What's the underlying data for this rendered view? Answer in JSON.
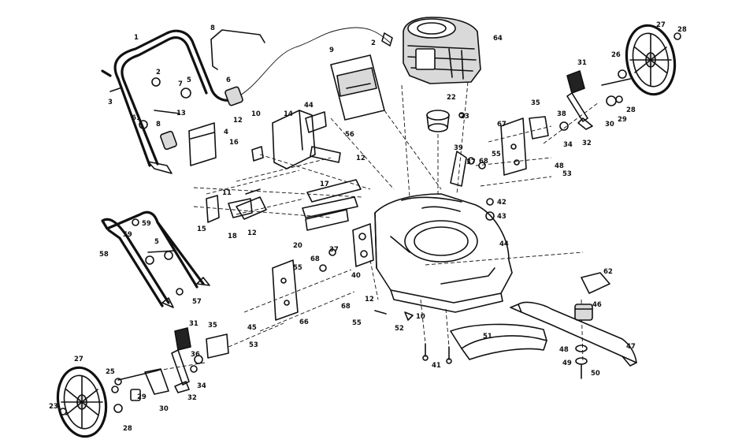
{
  "diagram": {
    "callouts": [
      {
        "id": "c1",
        "label": "1"
      },
      {
        "id": "c8",
        "label": "8"
      },
      {
        "id": "c2a",
        "label": "2"
      },
      {
        "id": "c64",
        "label": "64"
      },
      {
        "id": "c27a",
        "label": "27"
      },
      {
        "id": "c28a",
        "label": "28"
      },
      {
        "id": "c2b",
        "label": "2"
      },
      {
        "id": "c7",
        "label": "7"
      },
      {
        "id": "c5a",
        "label": "5"
      },
      {
        "id": "c6",
        "label": "6"
      },
      {
        "id": "c3",
        "label": "3"
      },
      {
        "id": "c9",
        "label": "9"
      },
      {
        "id": "c22",
        "label": "22"
      },
      {
        "id": "c23",
        "label": "23"
      },
      {
        "id": "c26a",
        "label": "26"
      },
      {
        "id": "c31a",
        "label": "31"
      },
      {
        "id": "c61",
        "label": "61"
      },
      {
        "id": "c13",
        "label": "13"
      },
      {
        "id": "c8b",
        "label": "8"
      },
      {
        "id": "c4",
        "label": "4"
      },
      {
        "id": "c12a",
        "label": "12"
      },
      {
        "id": "c10a",
        "label": "10"
      },
      {
        "id": "c14",
        "label": "14"
      },
      {
        "id": "c44a",
        "label": "44"
      },
      {
        "id": "c56",
        "label": "56"
      },
      {
        "id": "c35a",
        "label": "35"
      },
      {
        "id": "c67",
        "label": "67"
      },
      {
        "id": "c38",
        "label": "38"
      },
      {
        "id": "c34a",
        "label": "34"
      },
      {
        "id": "c32a",
        "label": "32"
      },
      {
        "id": "c30a",
        "label": "30"
      },
      {
        "id": "c29a",
        "label": "29"
      },
      {
        "id": "c28b",
        "label": "28"
      },
      {
        "id": "c16",
        "label": "16"
      },
      {
        "id": "c12b",
        "label": "12"
      },
      {
        "id": "c39",
        "label": "39"
      },
      {
        "id": "c55a",
        "label": "55"
      },
      {
        "id": "c37a",
        "label": "37"
      },
      {
        "id": "c68a",
        "label": "68"
      },
      {
        "id": "c48a",
        "label": "48"
      },
      {
        "id": "c53a",
        "label": "53"
      },
      {
        "id": "c17",
        "label": "17"
      },
      {
        "id": "c11",
        "label": "11"
      },
      {
        "id": "c42",
        "label": "42"
      },
      {
        "id": "c43",
        "label": "43"
      },
      {
        "id": "c15",
        "label": "15"
      },
      {
        "id": "c18",
        "label": "18"
      },
      {
        "id": "c12c",
        "label": "12"
      },
      {
        "id": "c59a",
        "label": "59"
      },
      {
        "id": "c59b",
        "label": "59"
      },
      {
        "id": "c20",
        "label": "20"
      },
      {
        "id": "c58",
        "label": "58"
      },
      {
        "id": "c5b",
        "label": "5"
      },
      {
        "id": "c44b",
        "label": "44"
      },
      {
        "id": "c62",
        "label": "62"
      },
      {
        "id": "c37b",
        "label": "37"
      },
      {
        "id": "c68b",
        "label": "68"
      },
      {
        "id": "c55b",
        "label": "55"
      },
      {
        "id": "c40",
        "label": "40"
      },
      {
        "id": "c57",
        "label": "57"
      },
      {
        "id": "c12d",
        "label": "12"
      },
      {
        "id": "c46",
        "label": "46"
      },
      {
        "id": "c68c",
        "label": "68"
      },
      {
        "id": "c66",
        "label": "66"
      },
      {
        "id": "c45",
        "label": "45"
      },
      {
        "id": "c55c",
        "label": "55"
      },
      {
        "id": "c52",
        "label": "52"
      },
      {
        "id": "c10b",
        "label": "10"
      },
      {
        "id": "c31b",
        "label": "31"
      },
      {
        "id": "c35b",
        "label": "35"
      },
      {
        "id": "c53b",
        "label": "53"
      },
      {
        "id": "c51",
        "label": "51"
      },
      {
        "id": "c47",
        "label": "47"
      },
      {
        "id": "c36",
        "label": "36"
      },
      {
        "id": "c48b",
        "label": "48"
      },
      {
        "id": "c27b",
        "label": "27"
      },
      {
        "id": "c25",
        "label": "25"
      },
      {
        "id": "c34b",
        "label": "34"
      },
      {
        "id": "c49",
        "label": "49"
      },
      {
        "id": "c50",
        "label": "50"
      },
      {
        "id": "c41",
        "label": "41"
      },
      {
        "id": "c29b",
        "label": "29"
      },
      {
        "id": "c32b",
        "label": "32"
      },
      {
        "id": "c30b",
        "label": "30"
      },
      {
        "id": "c23b",
        "label": "23"
      },
      {
        "id": "c28c",
        "label": "28"
      }
    ]
  }
}
